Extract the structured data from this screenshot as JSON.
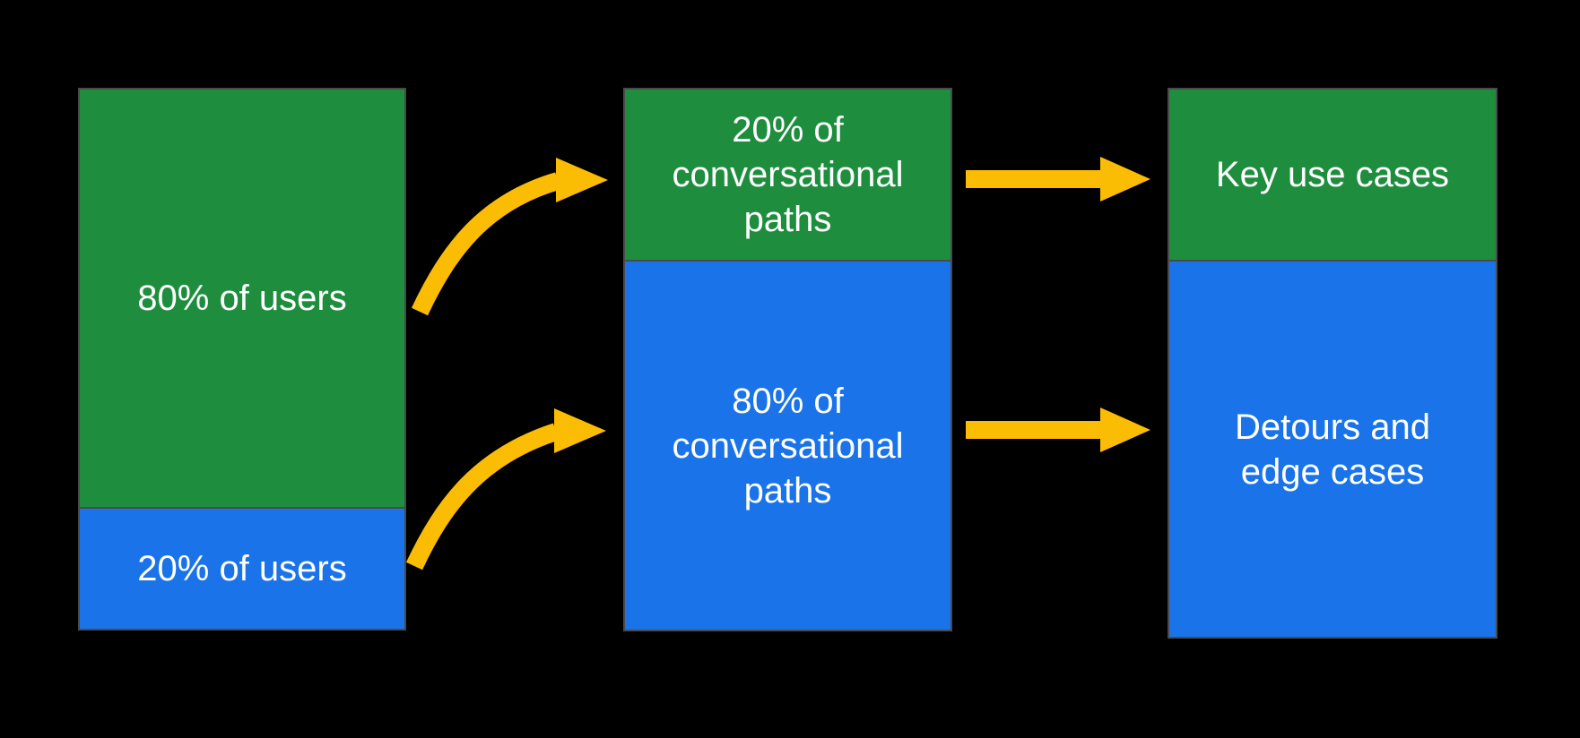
{
  "title": "User and conversational path distribution diagram",
  "colors": {
    "background": "#000000",
    "green": "#1E8E3E",
    "blue": "#1A73E8",
    "arrow": "#FBBC04",
    "border": "#4A4A4A",
    "text": "#FFFFFF"
  },
  "columns": [
    {
      "id": "users",
      "segments": [
        {
          "color": "green",
          "label": "80% of users",
          "share_of_column": 0.77
        },
        {
          "color": "blue",
          "label": "20% of users",
          "share_of_column": 0.23
        }
      ]
    },
    {
      "id": "conversational-paths",
      "segments": [
        {
          "color": "green",
          "label": "20% of conversational paths",
          "share_of_column": 0.32
        },
        {
          "color": "blue",
          "label": "80% of conversational paths",
          "share_of_column": 0.68
        }
      ]
    },
    {
      "id": "outcomes",
      "segments": [
        {
          "color": "green",
          "label": "Key use cases",
          "share_of_column": 0.31
        },
        {
          "color": "blue",
          "label": "Detours and edge cases",
          "share_of_column": 0.69
        }
      ]
    }
  ],
  "arrows": [
    {
      "id": "curved-arrow-top",
      "style": "curved",
      "from": "80% of users",
      "to": "20% of conversational paths"
    },
    {
      "id": "curved-arrow-bottom",
      "style": "curved",
      "from": "20% of users",
      "to": "80% of conversational paths"
    },
    {
      "id": "straight-arrow-top",
      "style": "straight",
      "from": "20% of conversational paths",
      "to": "Key use cases"
    },
    {
      "id": "straight-arrow-bottom",
      "style": "straight",
      "from": "80% of conversational paths",
      "to": "Detours and edge cases"
    }
  ]
}
